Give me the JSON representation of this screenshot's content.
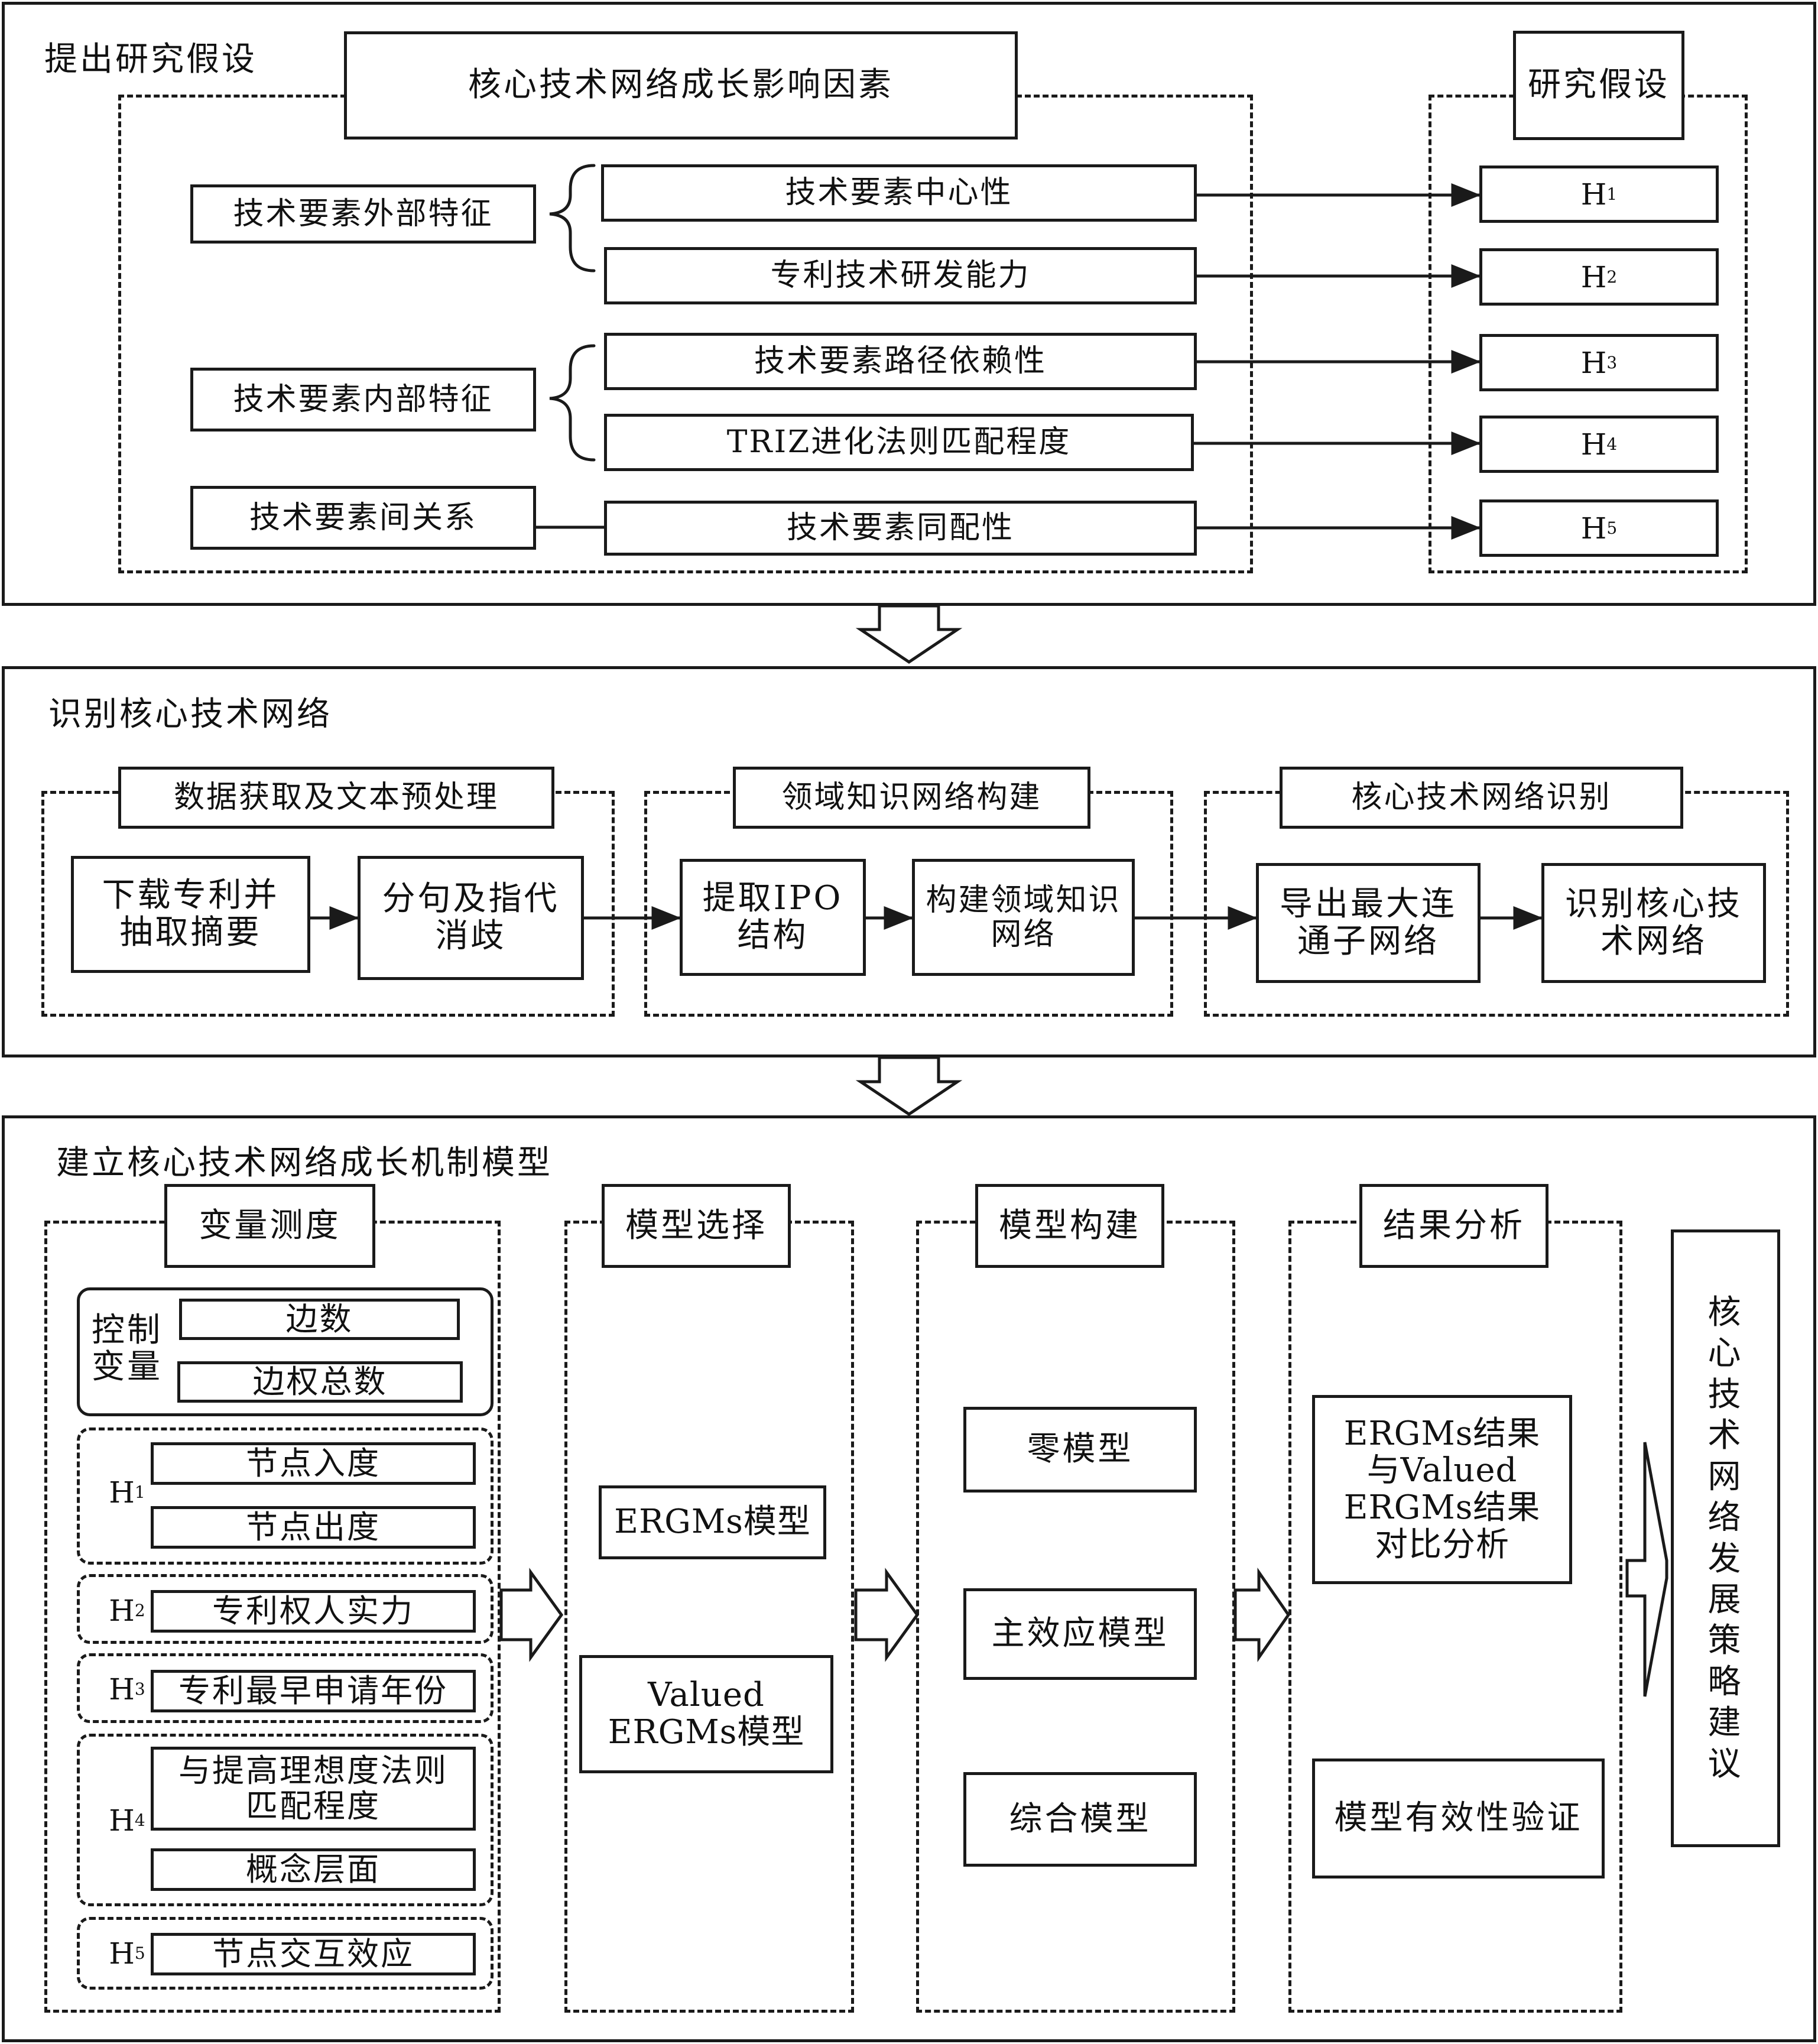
{
  "section1": {
    "title": "提出研究假设",
    "factors_header": "核心技术网络成长影响因素",
    "hyp_header": "研究假设",
    "categories": [
      "技术要素外部特征",
      "技术要素内部特征",
      "技术要素间关系"
    ],
    "factors": [
      "技术要素中心性",
      "专利技术研发能力",
      "技术要素路径依赖性",
      "TRIZ进化法则匹配程度",
      "技术要素同配性"
    ],
    "hyp_letter": "H",
    "hyp_subs": [
      "1",
      "2",
      "3",
      "4",
      "5"
    ]
  },
  "section2": {
    "title": "识别核心技术网络",
    "groups": [
      {
        "label": "数据获取及文本预处理",
        "steps": [
          "下载专利并抽取摘要",
          "分句及指代消歧"
        ]
      },
      {
        "label": "领域知识网络构建",
        "steps": [
          "提取IPO结构",
          "构建领域知识网络"
        ]
      },
      {
        "label": "核心技术网络识别",
        "steps": [
          "导出最大连通子网络",
          "识别核心技术网络"
        ]
      }
    ]
  },
  "section3": {
    "title": "建立核心技术网络成长机制模型",
    "variable_header": "变量测度",
    "control_label": "控制变量",
    "control_items": [
      "边数",
      "边权总数"
    ],
    "h1_items": [
      "节点入度",
      "节点出度"
    ],
    "h2_item": "专利权人实力",
    "h3_item": "专利最早申请年份",
    "h4_items": [
      "与提高理想度法则匹配程度",
      "概念层面"
    ],
    "h5_item": "节点交互效应",
    "model_select_header": "模型选择",
    "model_select_items": [
      "ERGMs模型",
      "Valued ERGMs模型"
    ],
    "model_build_header": "模型构建",
    "model_build_items": [
      "零模型",
      "主效应模型",
      "综合模型"
    ],
    "result_header": "结果分析",
    "result_items": [
      "ERGMs结果与Valued ERGMs结果对比分析",
      "模型有效性验证"
    ],
    "strategy": "核心技术网络发展策略建议"
  }
}
